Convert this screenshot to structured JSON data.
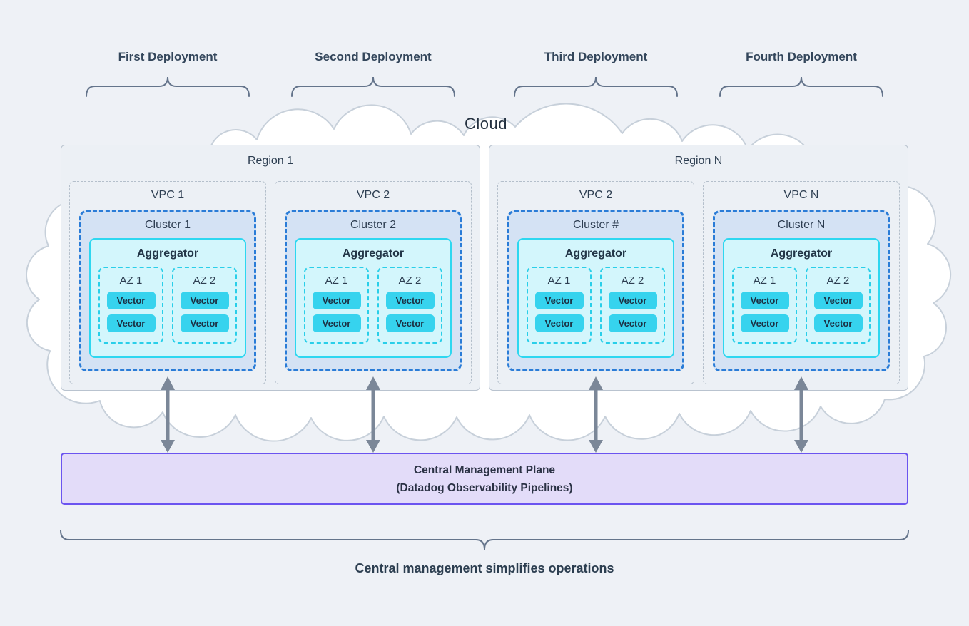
{
  "deployments": [
    {
      "label": "First Deployment"
    },
    {
      "label": "Second Deployment"
    },
    {
      "label": "Third Deployment"
    },
    {
      "label": "Fourth Deployment"
    }
  ],
  "cloud_label": "Cloud",
  "regions": [
    {
      "label": "Region 1",
      "vpcs": [
        {
          "label": "VPC 1",
          "cluster": {
            "label": "Cluster 1",
            "aggregator": {
              "label": "Aggregator",
              "azs": [
                {
                  "label": "AZ 1",
                  "nodes": [
                    "Vector",
                    "Vector"
                  ]
                },
                {
                  "label": "AZ 2",
                  "nodes": [
                    "Vector",
                    "Vector"
                  ]
                }
              ]
            }
          }
        },
        {
          "label": "VPC 2",
          "cluster": {
            "label": "Cluster 2",
            "aggregator": {
              "label": "Aggregator",
              "azs": [
                {
                  "label": "AZ 1",
                  "nodes": [
                    "Vector",
                    "Vector"
                  ]
                },
                {
                  "label": "AZ 2",
                  "nodes": [
                    "Vector",
                    "Vector"
                  ]
                }
              ]
            }
          }
        }
      ]
    },
    {
      "label": "Region N",
      "vpcs": [
        {
          "label": "VPC 2",
          "cluster": {
            "label": "Cluster #",
            "aggregator": {
              "label": "Aggregator",
              "azs": [
                {
                  "label": "AZ 1",
                  "nodes": [
                    "Vector",
                    "Vector"
                  ]
                },
                {
                  "label": "AZ 2",
                  "nodes": [
                    "Vector",
                    "Vector"
                  ]
                }
              ]
            }
          }
        },
        {
          "label": "VPC N",
          "cluster": {
            "label": "Cluster N",
            "aggregator": {
              "label": "Aggregator",
              "azs": [
                {
                  "label": "AZ 1",
                  "nodes": [
                    "Vector",
                    "Vector"
                  ]
                },
                {
                  "label": "AZ 2",
                  "nodes": [
                    "Vector",
                    "Vector"
                  ]
                }
              ]
            }
          }
        }
      ]
    }
  ],
  "management_plane": {
    "title": "Central Management Plane",
    "subtitle": "(Datadog Observability Pipelines)"
  },
  "caption": "Central management simplifies operations",
  "colors": {
    "background": "#eef1f6",
    "cloud_stroke": "#c7d0da",
    "region_border": "#b9c3cf",
    "cluster_fill": "#d4e2f4",
    "cluster_border": "#2a7cd7",
    "aggregator_fill": "#d3f6fc",
    "aggregator_border": "#2dd7f0",
    "vector_fill": "#36d3ee",
    "plane_fill": "#e3dcf9",
    "plane_border": "#6b54f0",
    "arrow": "#7b8798",
    "brace": "#64748b",
    "text_dark": "#2d3e51"
  }
}
